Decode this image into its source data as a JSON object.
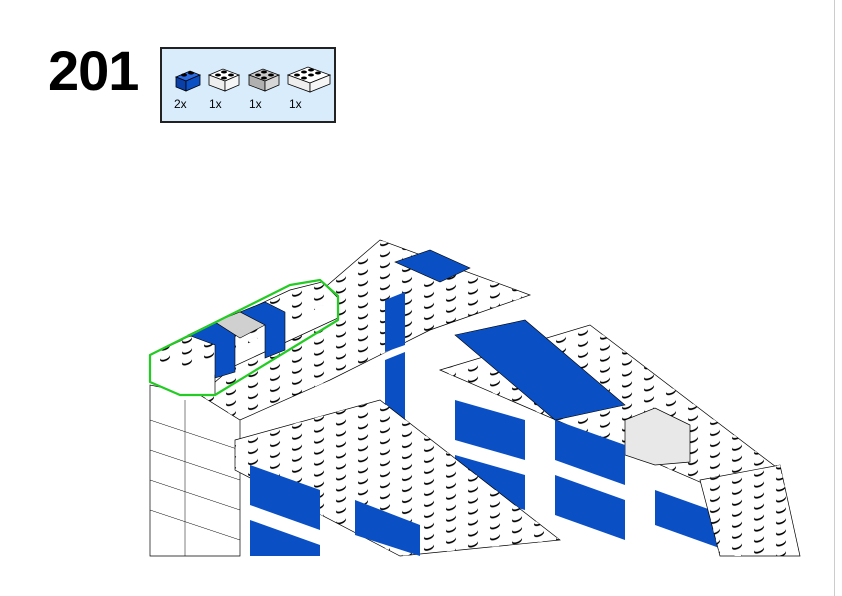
{
  "step": {
    "number": "201"
  },
  "parts_list": [
    {
      "qty": "2x",
      "color": "#0a4fc4",
      "type": "1x2 brick"
    },
    {
      "qty": "1x",
      "color": "#ffffff",
      "type": "2x2 brick"
    },
    {
      "qty": "1x",
      "color": "#c8c8c8",
      "type": "2x2 brick"
    },
    {
      "qty": "1x",
      "color": "#ffffff",
      "type": "2x3 brick"
    }
  ],
  "colors": {
    "panel": "#d9ecfb",
    "highlight": "#22cc22",
    "blue": "#0a4fc4"
  }
}
